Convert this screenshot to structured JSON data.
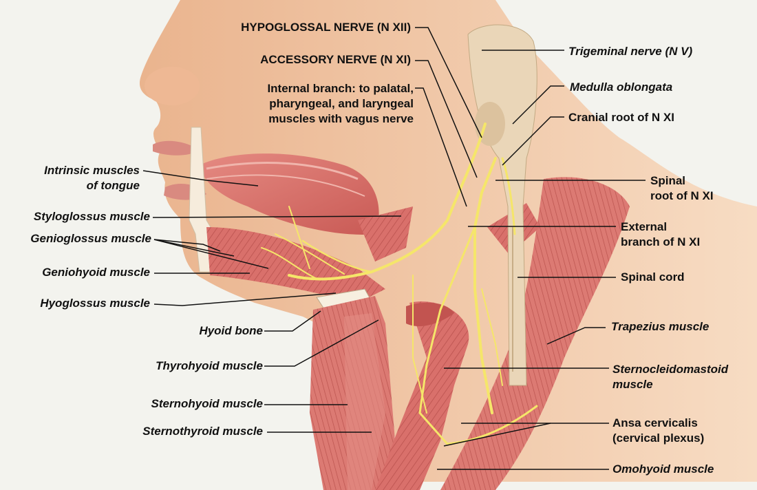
{
  "labels": {
    "hypoglossal_nerve": "HYPOGLOSSAL NERVE (N XII)",
    "accessory_nerve": "ACCESSORY NERVE (N XI)",
    "internal_branch": [
      "Internal branch: to palatal,",
      "pharyngeal, and laryngeal",
      "muscles with vagus nerve"
    ],
    "intrinsic_muscles": [
      "Intrinsic muscles",
      "of tongue"
    ],
    "styloglossus": "Styloglossus muscle",
    "genioglossus": "Genioglossus muscle",
    "geniohyoid": "Geniohyoid muscle",
    "hyoglossus": "Hyoglossus muscle",
    "hyoid_bone": "Hyoid bone",
    "thyrohyoid": "Thyrohyoid muscle",
    "sternohyoid": "Sternohyoid muscle",
    "sternothyroid": "Sternothyroid muscle",
    "trigeminal_nerve": "Trigeminal nerve (N V)",
    "medulla_oblongata": "Medulla oblongata",
    "cranial_root": "Cranial root of N XI",
    "spinal_root": [
      "Spinal",
      "root of N XI"
    ],
    "external_branch": [
      "External",
      "branch of N XI"
    ],
    "spinal_cord": "Spinal cord",
    "trapezius": "Trapezius muscle",
    "sternocleidomastoid": [
      "Sternocleidomastoid",
      "muscle"
    ],
    "ansa_cervicalis": [
      "Ansa cervicalis",
      "(cervical plexus)"
    ],
    "omohyoid": "Omohyoid muscle"
  },
  "colors": {
    "background": "#f3f3ee",
    "skin": "#f2c9a6",
    "muscle": "#d9706b",
    "muscle_light": "#eaa39a",
    "nerve": "#f5e66a",
    "bone": "#f1e6d2",
    "brainstem": "#e6cfae",
    "leader": "#111111"
  }
}
